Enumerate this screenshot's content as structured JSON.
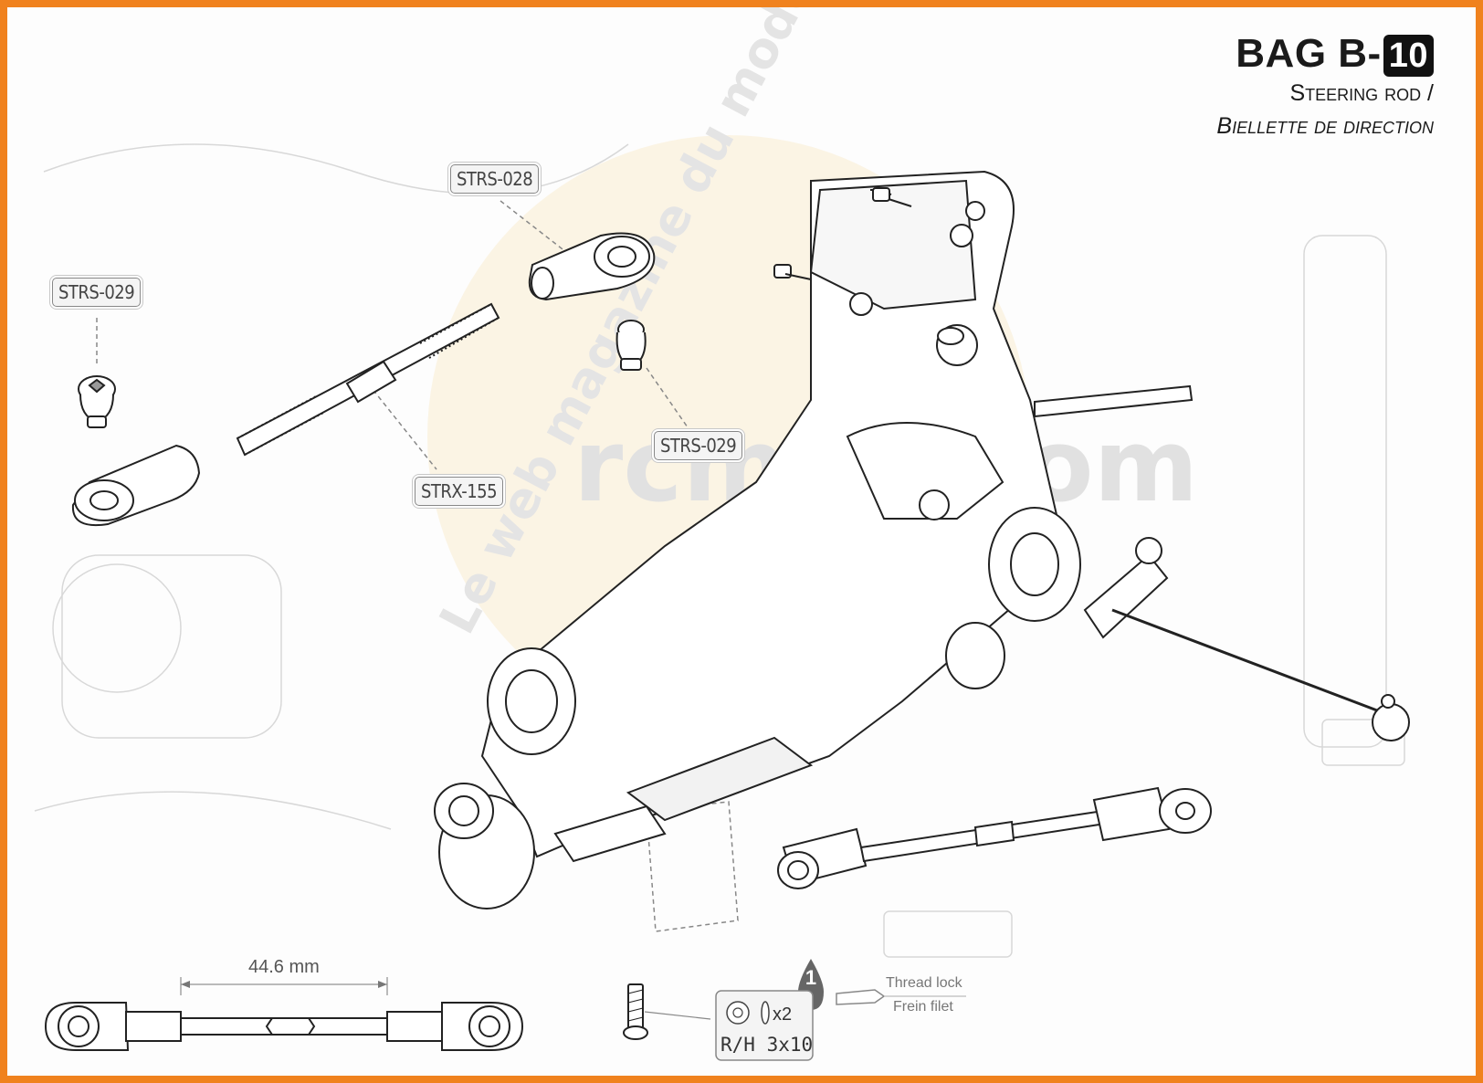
{
  "header": {
    "bag_prefix": "BAG B-",
    "bag_number": "10",
    "subtitle_en": "Steering rod /",
    "subtitle_fr": "Biellette de direction"
  },
  "callouts": {
    "strs_028": "STRS-028",
    "strs_029_left": "STRS-029",
    "strs_029_right": "STRS-029",
    "strx_155": "STRX-155"
  },
  "dimension": {
    "length": "44.6 mm"
  },
  "hardware": {
    "quantity": "x2",
    "screw": "R/H 3x10",
    "glue_step": "1",
    "thread_lock_en": "Thread lock",
    "thread_lock_fr": "Frein filet"
  },
  "watermark": {
    "site": "rcmag.com",
    "slogan": "Le web magazine du modélisme"
  },
  "colors": {
    "frame": "#f0821e",
    "line": "#222222",
    "tag_border": "#888888"
  }
}
